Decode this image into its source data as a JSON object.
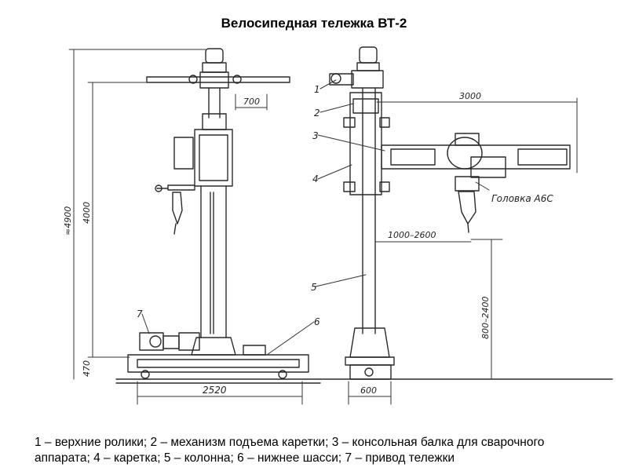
{
  "title": "Велосипедная тележка ВТ-2",
  "drawing": {
    "dimensions": {
      "d700": "700",
      "d3000": "3000",
      "d4900": "≈4900",
      "d4000": "4000",
      "d470": "470",
      "d2520": "2520",
      "d600": "600",
      "d1000_2600": "1000–2600",
      "d800_2400": "800–2400"
    },
    "callouts": {
      "n1": "1",
      "n2": "2",
      "n3": "3",
      "n4": "4",
      "n5": "5",
      "n6": "6",
      "n7": "7"
    },
    "head_label": "Головка А6С"
  },
  "caption": {
    "line1": "1 – верхние ролики; 2 – механизм подъема каретки; 3 – консольная балка для сварочного",
    "line2": "аппарата; 4 – каретка; 5 – колонна; 6 – нижнее шасси; 7 – привод тележки"
  }
}
